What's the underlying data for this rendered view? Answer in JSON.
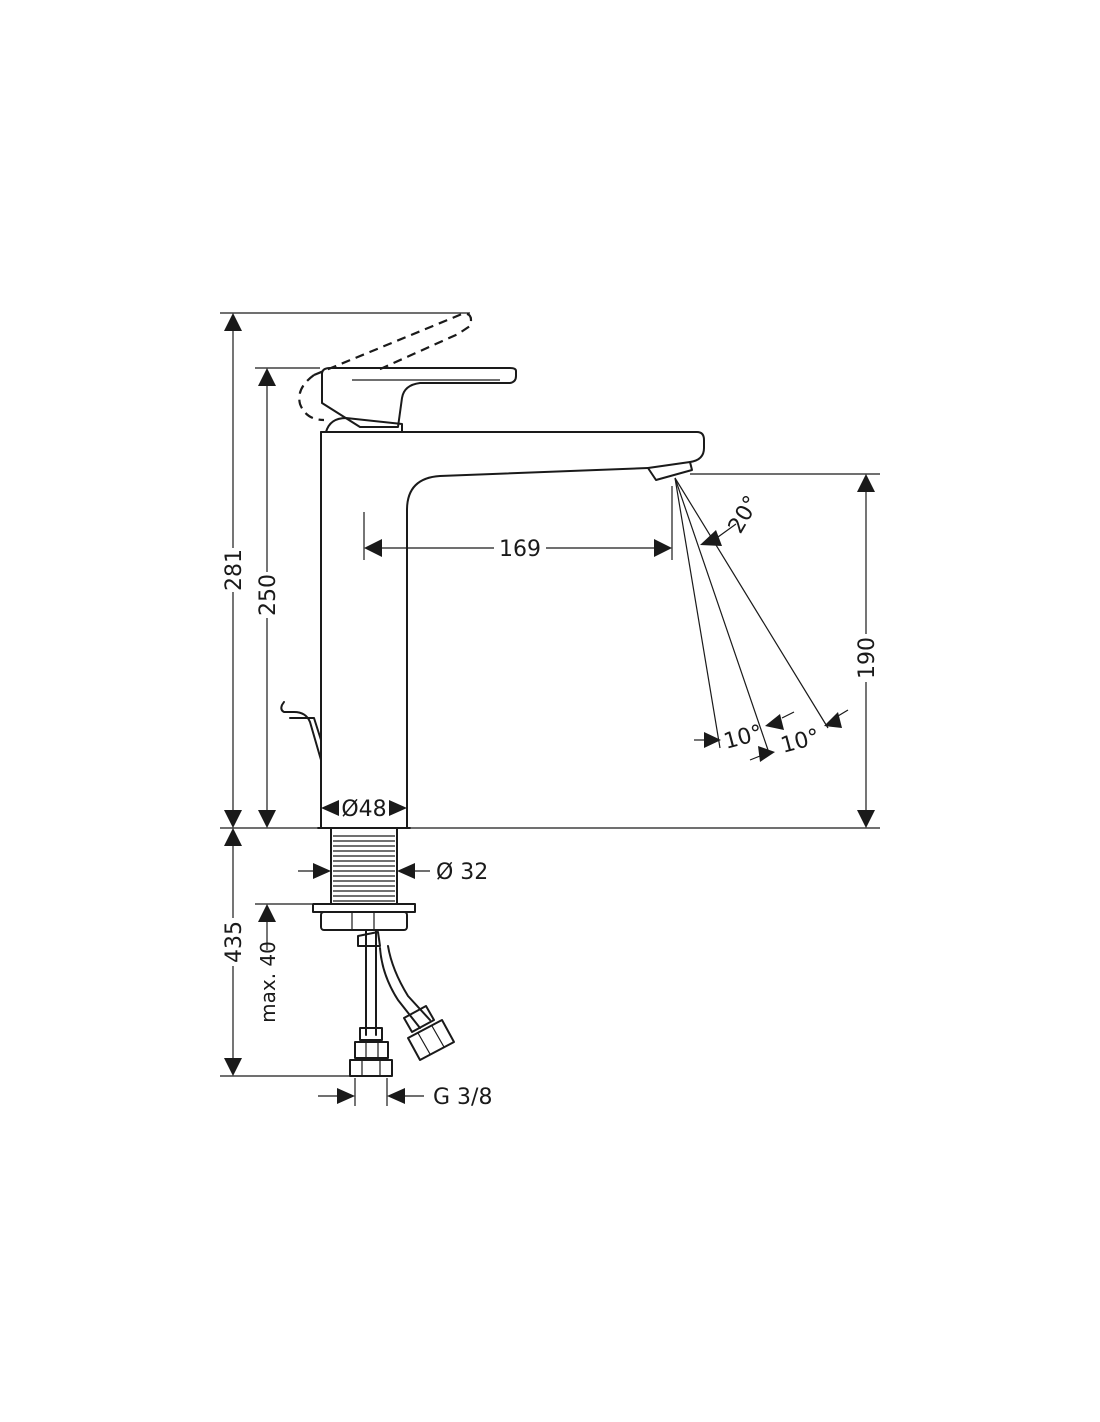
{
  "dimensions": {
    "overall_height_open": "281",
    "overall_height": "250",
    "spout_reach": "169",
    "spout_height": "190",
    "body_diameter": "Ø48",
    "shank_diameter": "Ø 32",
    "below_deck": "435",
    "max_deck_thickness": "max. 40",
    "connection_thread": "G 3/8",
    "spray_angle": "20°",
    "spray_angle_left": "10°",
    "spray_angle_right": "10°"
  }
}
